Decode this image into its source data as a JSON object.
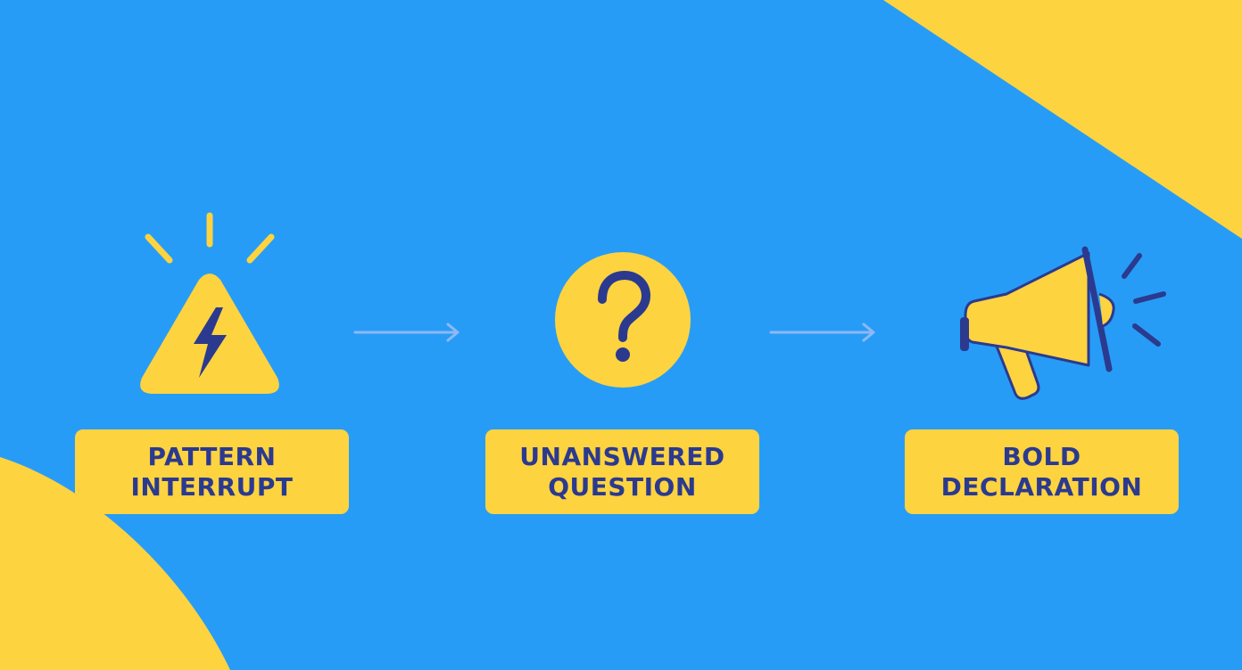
{
  "steps": [
    {
      "line1": "PATTERN",
      "line2": "INTERRUPT",
      "icon": "lightning-warning-icon"
    },
    {
      "line1": "UNANSWERED",
      "line2": "QUESTION",
      "icon": "question-mark-icon"
    },
    {
      "line1": "BOLD",
      "line2": "DECLARATION",
      "icon": "megaphone-icon"
    }
  ],
  "colors": {
    "background": "#279cf6",
    "accent": "#fdd340",
    "text": "#2b3a8f",
    "arrow": "#8fb8f5"
  }
}
